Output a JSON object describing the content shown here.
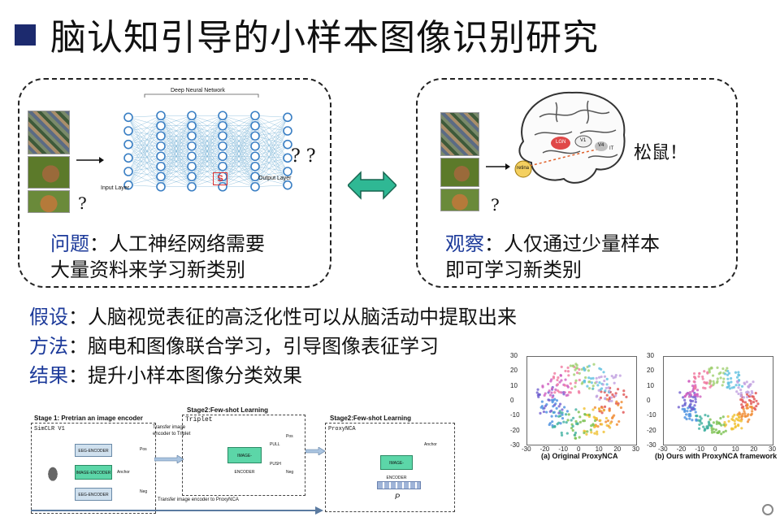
{
  "title": "脑认知引导的小样本图像识别研究",
  "left_panel": {
    "network_title": "Deep Neural Network",
    "input_label": "Input Layer",
    "output_label": "Output Layer",
    "question_marks": "? ?",
    "small_question": "?",
    "caption_lead": "问题",
    "caption_rest": "：人工神经网络需要",
    "caption_line2": "大量资料来学习新类别"
  },
  "right_panel": {
    "brain_labels": [
      "retina",
      "LGN",
      "V1",
      "V4",
      "IT"
    ],
    "answer": "松鼠！",
    "small_question": "?",
    "caption_lead": "观察",
    "caption_rest": "：人仅通过少量样本",
    "caption_line2": "即可学习新类别"
  },
  "points": [
    {
      "lead": "假设",
      "rest": "：人脑视觉表征的高泛化性可以从脑活动中提取出来"
    },
    {
      "lead": "方法",
      "rest": "：脑电和图像联合学习，引导图像表征学习"
    },
    {
      "lead": "结果",
      "rest": "：提升小样本图像分类效果"
    }
  ],
  "pipeline": {
    "stage1": "Stage 1: Pretrian an image encoder",
    "simclr": "SimCLR V1",
    "eeg_encoder": "EEG-ENCODER",
    "image_encoder": "IMAGE-ENCODER",
    "transfer_triplet": "Transfer image encoder to Triplet",
    "stage2a": "Stage2:Few-shot Learning",
    "triplet": "Triplet",
    "stage2b": "Stage2:Few-shot Learning",
    "proxynca": "ProxyNCA",
    "transfer_proxy": "Transfer image encoder to ProxyNCA",
    "pos": "Pos",
    "neg": "Neg",
    "anchor": "Anchor",
    "pull": "PULL",
    "push": "PUSH",
    "p_label": "P"
  },
  "scatter": {
    "yticks": [
      "30",
      "20",
      "10",
      "0",
      "-10",
      "-20",
      "-30"
    ],
    "xticks": [
      "-30",
      "-20",
      "-10",
      "0",
      "10",
      "20",
      "30"
    ],
    "caption_a": "(a) Original ProxyNCA",
    "caption_b": "(b) Ours with ProxyNCA framework"
  },
  "colors": {
    "title_square": "#1c2a6e",
    "highlight_blue": "#1c3a9a",
    "arrow_green": "#2fb894",
    "node_blue": "#3a7fc4"
  }
}
